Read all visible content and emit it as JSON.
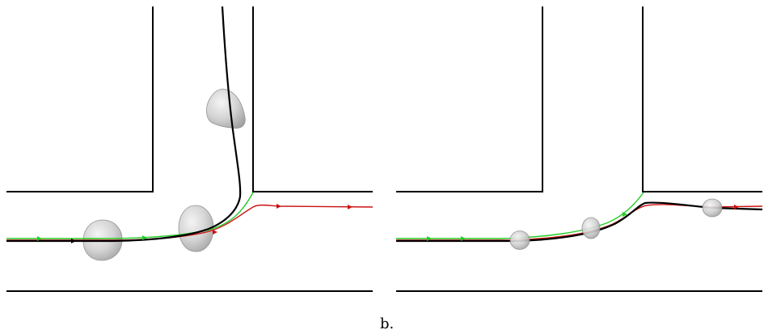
{
  "panels": [
    {
      "label": ".",
      "trajectories": [
        "green",
        "red",
        "black"
      ],
      "droplet_count": 3
    },
    {
      "label": "b.",
      "trajectories": [
        "green",
        "red",
        "black"
      ],
      "droplet_count": 3
    }
  ],
  "colors": {
    "channel_wall": "#000000",
    "trajectory_green": "#22cc22",
    "trajectory_red": "#cc1111",
    "trajectory_black": "#000000",
    "droplet_fill": "#c8c8c8",
    "droplet_edge": "#8a8a8a"
  }
}
